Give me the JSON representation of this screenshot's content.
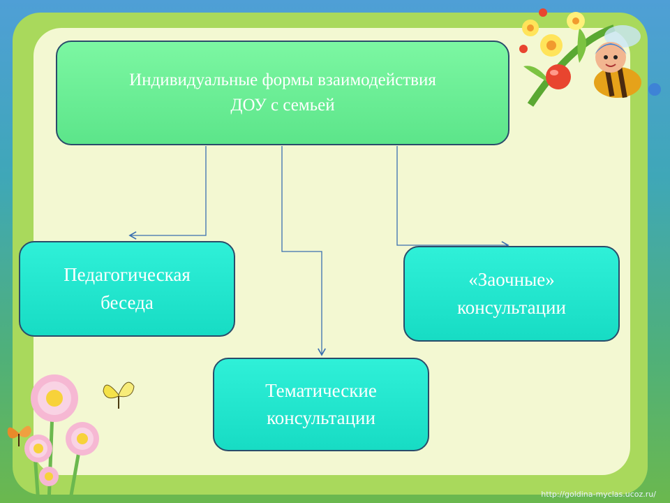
{
  "diagram": {
    "root": {
      "label": "Индивидуальные формы взаимодействия\nДОУ с семьей"
    },
    "children": [
      {
        "id": "left",
        "label": "Педагогическая\nбеседа"
      },
      {
        "id": "bottom",
        "label": "Тематические\nконсультации"
      },
      {
        "id": "right",
        "label": "«Заочные»\nконсультации"
      }
    ]
  },
  "footer": {
    "url": "http://goldina-myclas.ucoz.ru/"
  },
  "decorations": [
    "flower-cluster-icon",
    "bee-icon",
    "daisy-flowers-icon",
    "butterfly-icon"
  ],
  "colors": {
    "root_box": "#5ce58a",
    "child_box": "#17dcc4",
    "panel": "#f3f8d2",
    "frame": "#a9d95c"
  }
}
